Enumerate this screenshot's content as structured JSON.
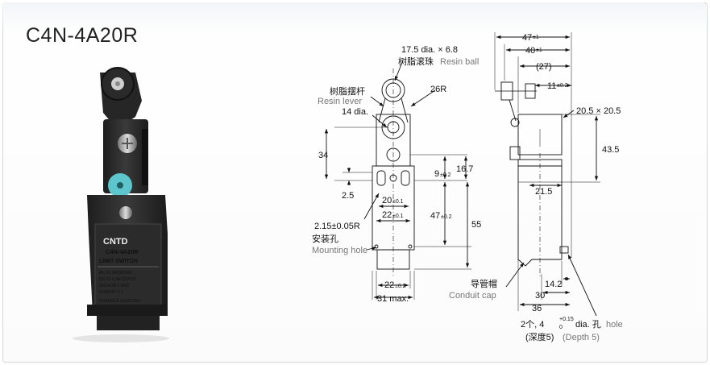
{
  "title": "C4N-4A20R",
  "product": {
    "brand": "CNTD",
    "model": "C4N-4A20R",
    "type": "LIMIT SWITCH",
    "rating_ac": "AC-15  3A/250VAC",
    "rating_dc": "DC-13  0.3A/220VDC",
    "standard1": "GB14048.5  IP66",
    "standard2": "EN60947-5-1",
    "maker": "CHANGDE ELECTRIC"
  },
  "front": {
    "ball_dia": "17.5 dia. × 6.8",
    "resin_ball_cn": "树脂滚珠",
    "resin_ball_en": "Resin ball",
    "resin_lever_cn": "树脂摆杆",
    "resin_lever_en": "Resin lever",
    "dia14": "14 dia.",
    "r26": "26R",
    "d34": "34",
    "d2_5": "2.5",
    "d16_7": "16.7",
    "d9": "9",
    "d9_tol": "±0.2",
    "d20": "20",
    "d20_tol": "±0.1",
    "d22a": "22",
    "d22a_tol": "±0.1",
    "d47": "47",
    "d47_tol": "±0.2",
    "d55": "55",
    "r215": "2.15±0.05R",
    "mount_cn": "安装孔",
    "mount_en": "Mounting hole",
    "d22b": "22",
    "d22b_tol": "±0.2",
    "d31": "31 max."
  },
  "side": {
    "d47": "47",
    "d47_tol": "±1",
    "d40": "40",
    "d40_tol": "±1",
    "d27": "(27)",
    "d11": "11",
    "d11_tol": "±0.2",
    "d20_5": "20.5 × 20.5",
    "d43_5": "43.5",
    "d21_5": "21.5",
    "conduit_cn": "导管帽",
    "conduit_en": "Conduit cap",
    "d14_2": "14.2",
    "d30": "30",
    "d36": "36",
    "hole_a": "2个, 4",
    "hole_sup": "+0.15",
    "hole_sub": "0",
    "hole_b": " dia. 孔",
    "hole_en": "hole",
    "depth_cn": "(深度5)",
    "depth_en": "(Depth 5)"
  }
}
